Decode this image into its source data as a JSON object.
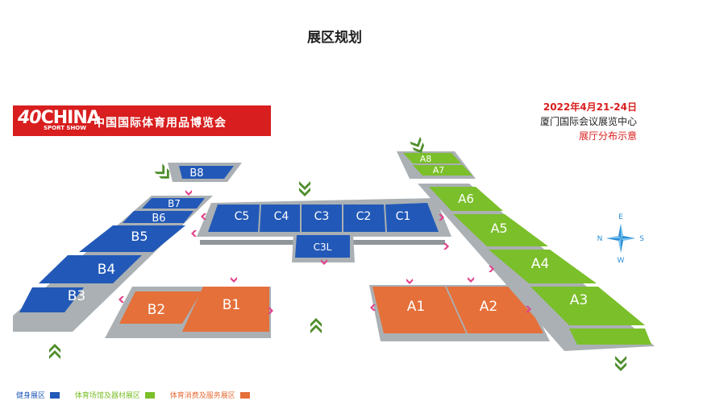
{
  "title": "展区规划",
  "brand": {
    "logo_number": "40",
    "logo_word": "CHINA",
    "logo_sub": "SPORT SHOW",
    "name": "中国国际体育用品博览会"
  },
  "info": {
    "date": "2022年4月21-24日",
    "venue": "厦门国际会议展览中心",
    "note": "展厅分布示意"
  },
  "colors": {
    "blue": "#2259b8",
    "green": "#7bbf2a",
    "orange": "#e5703a",
    "gray": "#aab0b3",
    "arrow_pink": "#e0418a",
    "arrow_green": "#4f8d2b",
    "brand_red": "#d81e1e"
  },
  "halls": {
    "B8": "B8",
    "B7": "B7",
    "B6": "B6",
    "B5": "B5",
    "B4": "B4",
    "B3": "B3",
    "B2": "B2",
    "B1": "B1",
    "C5": "C5",
    "C4": "C4",
    "C3": "C3",
    "C2": "C2",
    "C1": "C1",
    "C3L": "C3L",
    "A8": "A8",
    "A7": "A7",
    "A6": "A6",
    "A5": "A5",
    "A4": "A4",
    "A3": "A3",
    "A1": "A1",
    "A2": "A2"
  },
  "compass": {
    "n": "N",
    "e": "E",
    "s": "S",
    "w": "W"
  },
  "legend": [
    {
      "label": "健身展区",
      "color": "#2259b8"
    },
    {
      "label": "体育场馆及器材展区",
      "color": "#7bbf2a"
    },
    {
      "label": "体育消费及服务展区",
      "color": "#e5703a"
    }
  ]
}
